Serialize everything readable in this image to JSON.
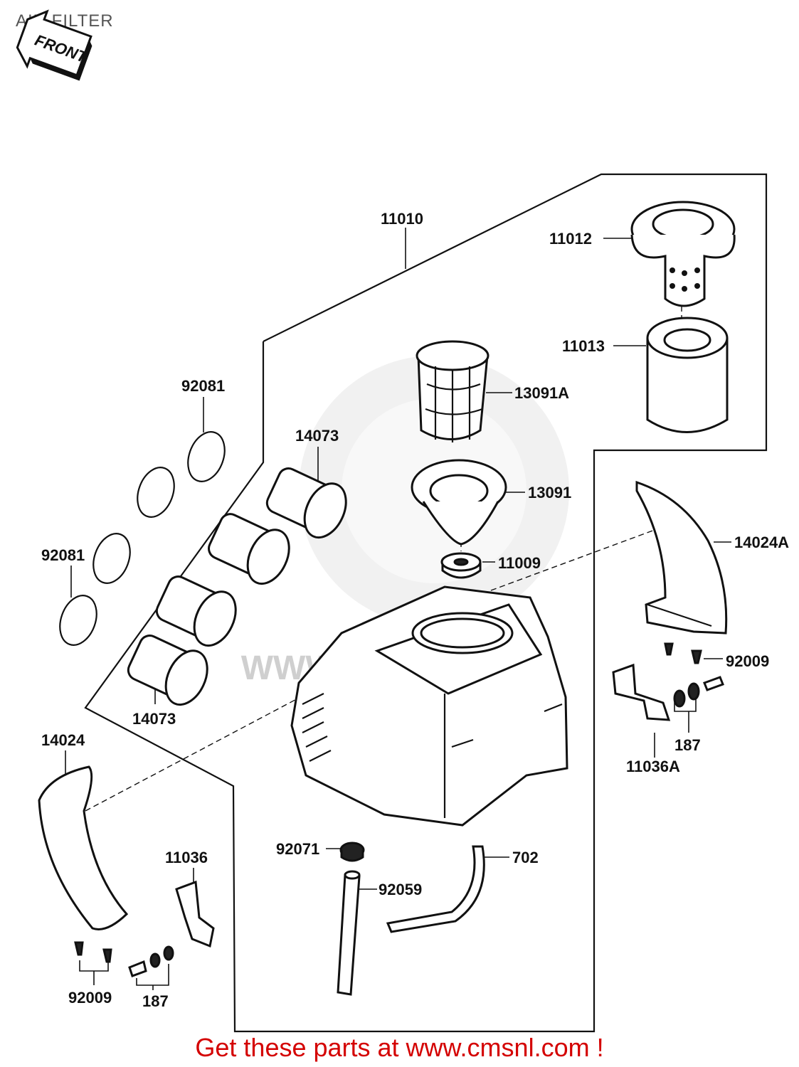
{
  "title": "AIR FILTER",
  "front_badge": "FRONT",
  "watermark": "WWW.CMSNL.COM",
  "footer": "Get these parts at www.cmsnl.com !",
  "part_numbers": {
    "p11010": "11010",
    "p11012": "11012",
    "p11013": "11013",
    "p13091A": "13091A",
    "p13091": "13091",
    "p11009": "11009",
    "p14024A": "14024A",
    "p92009a": "92009",
    "p187a": "187",
    "p11036A": "11036A",
    "p92081a": "92081",
    "p92081b": "92081",
    "p14073a": "14073",
    "p14073b": "14073",
    "p14024": "14024",
    "p11036": "11036",
    "p92071": "92071",
    "p92059": "92059",
    "p702": "702",
    "p92009b": "92009",
    "p187b": "187"
  }
}
